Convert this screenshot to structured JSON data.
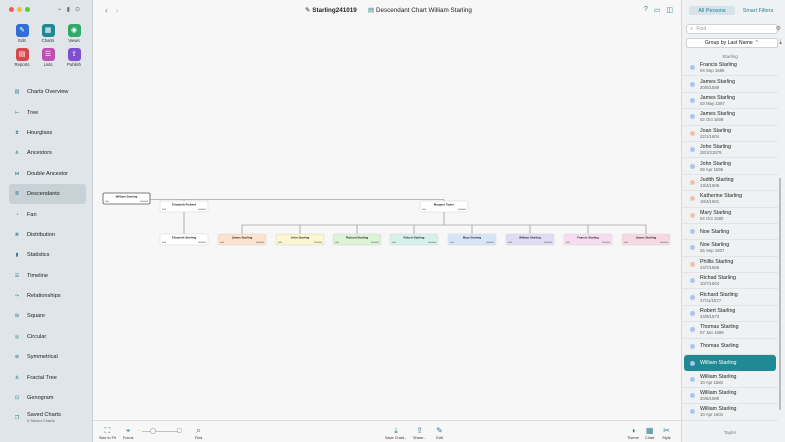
{
  "toolbar": {
    "tools": [
      {
        "label": "Edit",
        "icon": "pencil-icon",
        "color": "#2f6fd6",
        "glyph": "✎"
      },
      {
        "label": "Charts",
        "icon": "charts-icon",
        "color": "#1f8a93",
        "glyph": "▦"
      },
      {
        "label": "Views",
        "icon": "eye-icon",
        "color": "#2fa86a",
        "glyph": "◉"
      },
      {
        "label": "Reports",
        "icon": "reports-icon",
        "color": "#d9474d",
        "glyph": "▤"
      },
      {
        "label": "Lists",
        "icon": "lists-icon",
        "color": "#c04fb4",
        "glyph": "☰"
      },
      {
        "label": "Publish",
        "icon": "publish-icon",
        "color": "#7f4fcf",
        "glyph": "⇪"
      }
    ]
  },
  "sidebar": {
    "items": [
      {
        "label": "Charts Overview",
        "icon": "charts-overview-icon",
        "glyph": "▥"
      },
      {
        "label": "Tree",
        "icon": "tree-icon",
        "glyph": "⊢"
      },
      {
        "label": "Hourglass",
        "icon": "hourglass-icon",
        "glyph": "⧗"
      },
      {
        "label": "Ancestors",
        "icon": "ancestors-icon",
        "glyph": "⋔"
      },
      {
        "label": "Double Ancestor",
        "icon": "double-ancestor-icon",
        "glyph": "⋈"
      },
      {
        "label": "Descendants",
        "icon": "descendants-icon",
        "glyph": "≣"
      },
      {
        "label": "Fan",
        "icon": "fan-icon",
        "glyph": "◔"
      },
      {
        "label": "Distribution",
        "icon": "distribution-icon",
        "glyph": "❋"
      },
      {
        "label": "Statistics",
        "icon": "statistics-icon",
        "glyph": "▮"
      },
      {
        "label": "Timeline",
        "icon": "timeline-icon",
        "glyph": "☰"
      },
      {
        "label": "Relationships",
        "icon": "relationships-icon",
        "glyph": "⤳"
      },
      {
        "label": "Square",
        "icon": "square-icon",
        "glyph": "⊞"
      },
      {
        "label": "Circular",
        "icon": "circular-icon",
        "glyph": "◎"
      },
      {
        "label": "Symmetrical",
        "icon": "symmetrical-icon",
        "glyph": "⊕"
      },
      {
        "label": "Fractal Tree",
        "icon": "fractal-tree-icon",
        "glyph": "⋔"
      },
      {
        "label": "Genogram",
        "icon": "genogram-icon",
        "glyph": "⊡"
      },
      {
        "label": "Saved Charts",
        "sub": "0 Saved Charts",
        "icon": "saved-charts-icon",
        "glyph": "❐"
      }
    ],
    "active": 5
  },
  "titlebar": {
    "document": "Starling241019",
    "chart_title": "Descendant Chart William Starling"
  },
  "chart": {
    "root": {
      "name": "William Starling",
      "color": "#ffffff"
    },
    "spouses": [
      {
        "name": "Elizabeth Pickard",
        "color": "#ffffff"
      },
      {
        "name": "Margery Taylor",
        "color": "#ffffff"
      }
    ],
    "children": [
      {
        "name": "Elizabeth Starling",
        "color": "#ffffff"
      },
      {
        "name": "James Starling",
        "color": "#fde2cf"
      },
      {
        "name": "John Starling",
        "color": "#fbf6cf"
      },
      {
        "name": "Richard Starling",
        "color": "#dcf3d6"
      },
      {
        "name": "Robert Starling",
        "color": "#d6f1ec"
      },
      {
        "name": "Mary Starling",
        "color": "#d6e6f8"
      },
      {
        "name": "William Starling",
        "color": "#e0dcf6"
      },
      {
        "name": "Francis Starling",
        "color": "#f6dcf1"
      },
      {
        "name": "James Starling",
        "color": "#f8d9e2"
      }
    ]
  },
  "bottombar": {
    "left": [
      {
        "label": "Size to Fit",
        "icon": "size-to-fit-icon",
        "glyph": "⛶"
      },
      {
        "label": "Focus",
        "icon": "focus-icon",
        "glyph": "⌖"
      }
    ],
    "find": {
      "label": "Find",
      "icon": "magnifier-icon",
      "glyph": "⌕"
    },
    "middle": [
      {
        "label": "Save Chart...",
        "icon": "save-chart-icon",
        "glyph": "⤓"
      },
      {
        "label": "Share...",
        "icon": "share-icon",
        "glyph": "⇪"
      },
      {
        "label": "Edit",
        "icon": "edit-icon",
        "glyph": "✎"
      }
    ],
    "right": [
      {
        "label": "Theme",
        "icon": "theme-icon",
        "glyph": "◑"
      },
      {
        "label": "Chart",
        "icon": "chart-settings-icon",
        "glyph": "▦"
      },
      {
        "label": "Style",
        "icon": "style-icon",
        "glyph": "✂"
      }
    ]
  },
  "rpanel": {
    "tabs": [
      "All Persons",
      "Smart Filters"
    ],
    "search_placeholder": "Find",
    "group_by": "Group by Last Name",
    "section_top": "Starling",
    "section_bottom": "Taylor",
    "persons": [
      {
        "name": "Francis Starling",
        "date": "04 Sep 1585",
        "dot": "#a9c6ee"
      },
      {
        "name": "James Starling",
        "date": "20/5/1589",
        "dot": "#a9c6ee"
      },
      {
        "name": "James Starling",
        "date": "03 May 1587",
        "dot": "#a9c6ee"
      },
      {
        "name": "James Starling",
        "date": "02 Oct 1608",
        "dot": "#a9c6ee"
      },
      {
        "name": "Joan Starling",
        "date": "22/1/1604",
        "dot": "#f4c1a9"
      },
      {
        "name": "John Starling",
        "date": "28/10/1575",
        "dot": "#a9c6ee"
      },
      {
        "name": "John Starling",
        "date": "08 Apr 1595",
        "dot": "#a9c6ee"
      },
      {
        "name": "Judith Starling",
        "date": "13/4/1606",
        "dot": "#f4c1a9"
      },
      {
        "name": "Katherine Starling",
        "date": "18/4/1601",
        "dot": "#f4c1a9"
      },
      {
        "name": "Mary Starling",
        "date": "04 Oct 1580",
        "dot": "#f4c1a9"
      },
      {
        "name": "Noe Starling",
        "date": "",
        "dot": "#a9c6ee"
      },
      {
        "name": "Noe Starling",
        "date": "26 Sep 1607",
        "dot": "#a9c6ee"
      },
      {
        "name": "Phillis Starling",
        "date": "24/7/1566",
        "dot": "#f4c1a9"
      },
      {
        "name": "Richad Starling",
        "date": "10/7/1604",
        "dot": "#a9c6ee"
      },
      {
        "name": "Richard Starling",
        "date": "27/11/1577",
        "dot": "#a9c6ee"
      },
      {
        "name": "Robert Starling",
        "date": "24/8/1573",
        "dot": "#a9c6ee"
      },
      {
        "name": "Thomas Starling",
        "date": "07 Jan 1599",
        "dot": "#a9c6ee"
      },
      {
        "name": "Thomas Starling",
        "date": "",
        "dot": "#a9c6ee"
      },
      {
        "name": "William Starling",
        "date": "",
        "dot": "#a9c6ee",
        "selected": true
      },
      {
        "name": "William Starling",
        "date": "10 Apr 1582",
        "dot": "#a9c6ee"
      },
      {
        "name": "William Starling",
        "date": "20/6/1589",
        "dot": "#a9c6ee"
      },
      {
        "name": "William Starling",
        "date": "10 Apr 1601",
        "dot": "#a9c6ee"
      }
    ]
  },
  "colors": {
    "accent": "#1f8a93",
    "selected_row": "#1f8a93"
  }
}
